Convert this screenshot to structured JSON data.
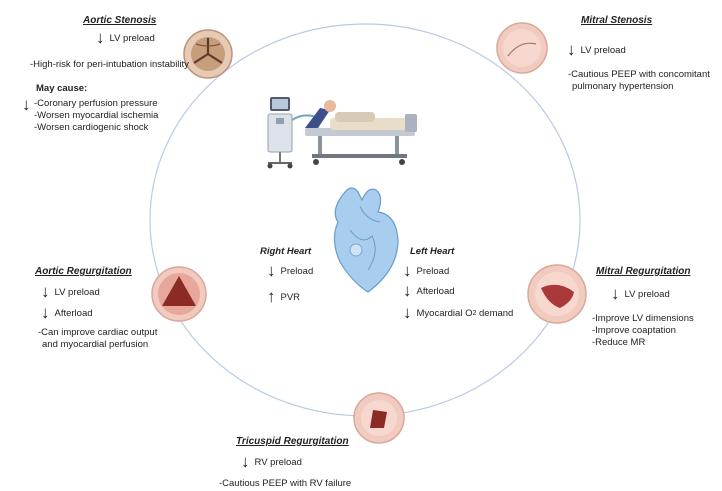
{
  "aortic_stenosis": {
    "title": "Aortic Stenosis",
    "effect": "LV preload",
    "note": "-High-risk for peri-intubation instability",
    "may_cause_label": "May cause:",
    "may_cause": [
      "-Coronary perfusion pressure",
      "-Worsen myocardial ischemia",
      "-Worsen cardiogenic shock"
    ]
  },
  "mitral_stenosis": {
    "title": "Mitral Stenosis",
    "effect": "LV preload",
    "notes": [
      "-Cautious PEEP with concomitant",
      "pulmonary hypertension"
    ]
  },
  "aortic_regurgitation": {
    "title": "Aortic Regurgitation",
    "effects": [
      "LV preload",
      "Afterload"
    ],
    "notes": [
      "-Can improve cardiac output",
      "and myocardial perfusion"
    ]
  },
  "mitral_regurgitation": {
    "title": "Mitral Regurgitation",
    "effect": "LV preload",
    "notes": [
      "-Improve LV dimensions",
      "-Improve coaptation",
      "-Reduce MR"
    ]
  },
  "tricuspid_regurgitation": {
    "title": "Tricuspid Regurgitation",
    "effect": "RV preload",
    "note": "-Cautious PEEP with RV failure"
  },
  "right_heart": {
    "title": "Right Heart",
    "effects": [
      "Preload",
      "PVR"
    ]
  },
  "left_heart": {
    "title": "Left Heart",
    "effects": [
      "Preload",
      "Afterload"
    ],
    "demand_prefix": "Myocardial O",
    "demand_sub": "2",
    "demand_suffix": " demand"
  },
  "arrows": {
    "down": "↓",
    "up": "↑"
  },
  "colors": {
    "circle_line": "#b9cbe3",
    "valve_pink": "#f2cbc0",
    "valve_dark": "#8c2a26",
    "heart_blue": "#9cc3e8"
  }
}
